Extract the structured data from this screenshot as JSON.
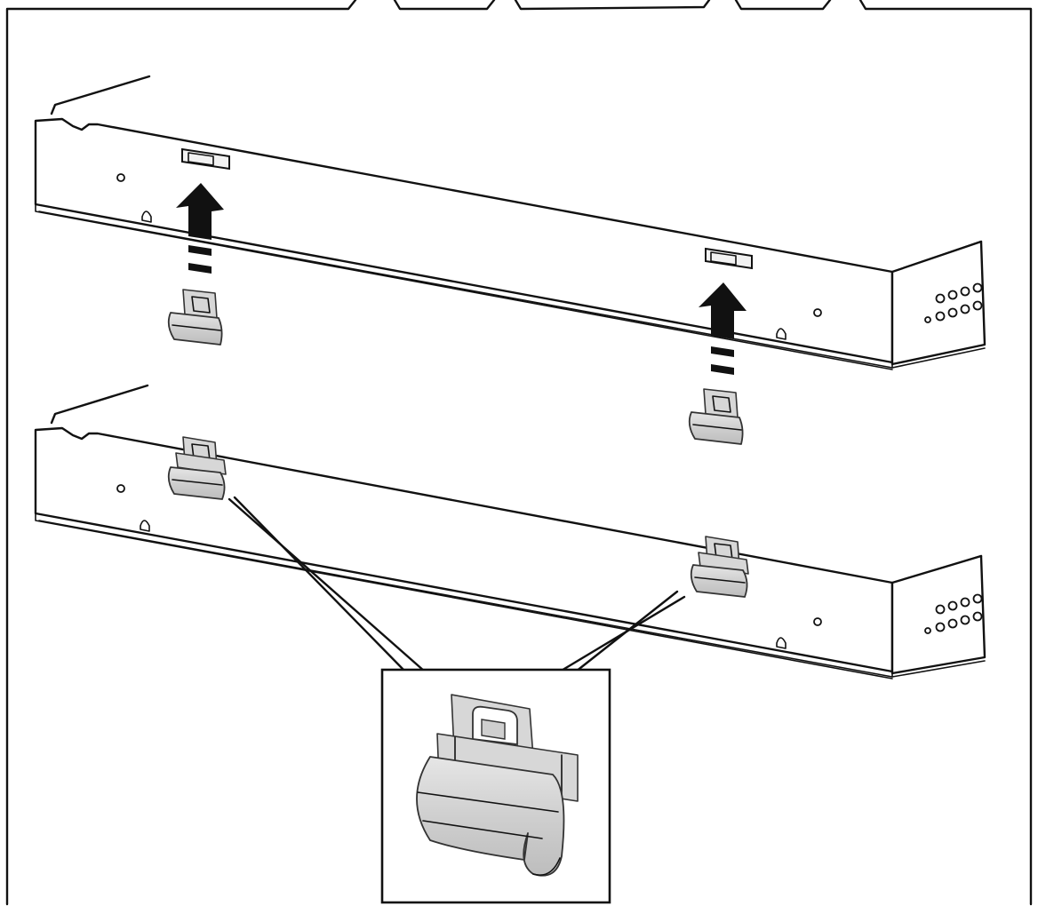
{
  "diagram": {
    "kind": "installation-illustration",
    "colors": {
      "line": "#111111",
      "clip_fill": "#d7d7d7",
      "background": "#ffffff"
    },
    "units": [
      {
        "name": "upper-unit",
        "state": "clips-being-inserted"
      },
      {
        "name": "lower-unit",
        "state": "clips-installed"
      }
    ],
    "clips_per_unit": 2,
    "callout": {
      "shows": "clip-detail-enlarged"
    },
    "icons": [
      "up-arrow-icon"
    ]
  }
}
